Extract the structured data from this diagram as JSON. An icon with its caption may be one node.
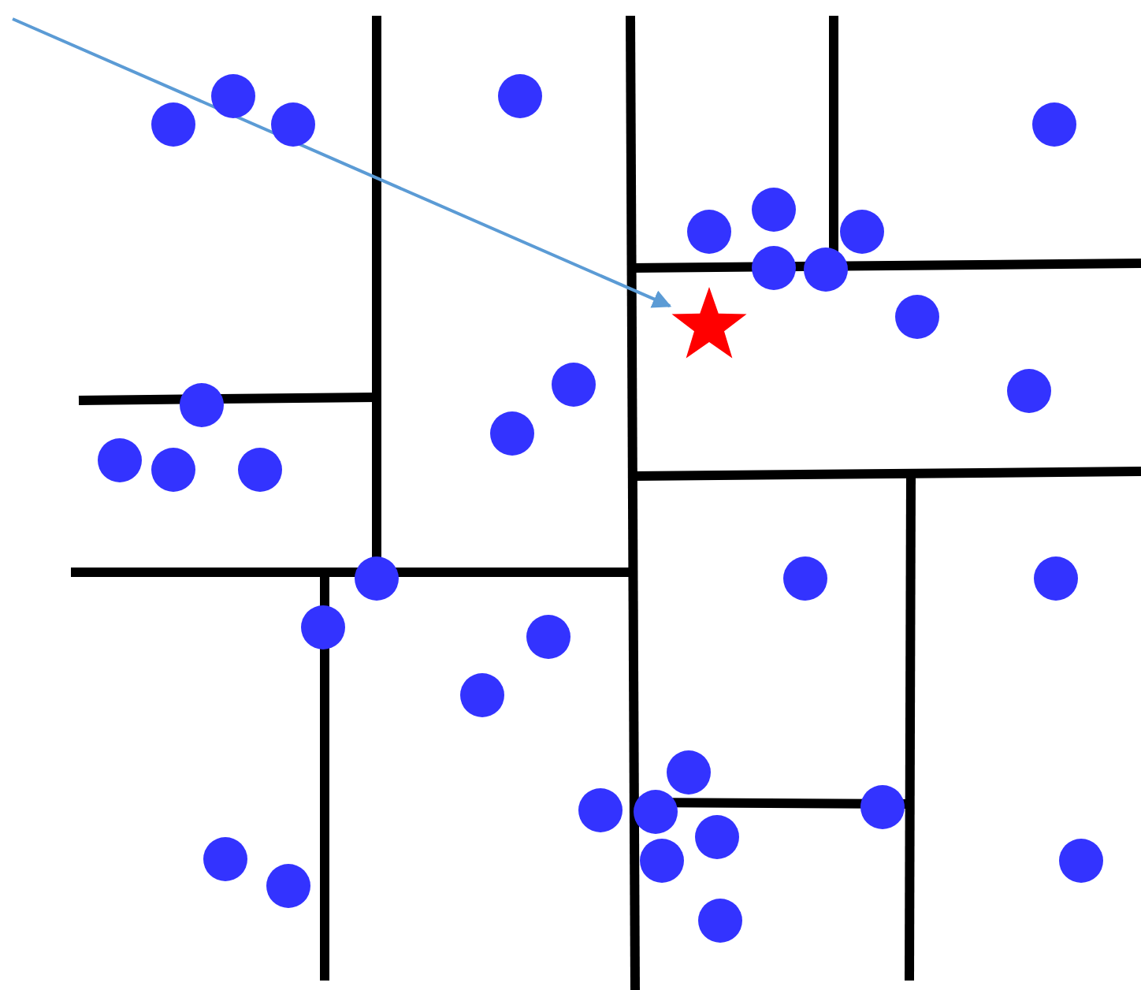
{
  "diagram": {
    "nodes": [
      {
        "text": [],
        "shape": "circle"
      },
      {
        "text": [],
        "shape": "circle"
      },
      {
        "text": [],
        "shape": "circle"
      },
      {
        "text": [],
        "shape": "circle"
      },
      {
        "text": [],
        "shape": "circle"
      },
      {
        "text": [],
        "shape": "circle"
      },
      {
        "text": [],
        "shape": "circle"
      },
      {
        "text": [],
        "shape": "circle"
      },
      {
        "text": [],
        "shape": "circle"
      },
      {
        "text": [],
        "shape": "circle"
      },
      {
        "text": [],
        "shape": "circle"
      },
      {
        "text": [],
        "shape": "star"
      },
      {
        "text": [],
        "shape": "circle"
      },
      {
        "text": [],
        "shape": "circle"
      },
      {
        "text": [],
        "shape": "circle"
      },
      {
        "text": [],
        "shape": "circle"
      },
      {
        "text": [],
        "shape": "circle"
      },
      {
        "text": [],
        "shape": "circle"
      },
      {
        "text": [],
        "shape": "circle"
      },
      {
        "text": [],
        "shape": "circle"
      },
      {
        "text": [],
        "shape": "circle"
      },
      {
        "text": [],
        "shape": "circle"
      },
      {
        "text": [],
        "shape": "circle"
      },
      {
        "text": [],
        "shape": "circle"
      },
      {
        "text": [],
        "shape": "circle"
      },
      {
        "text": [],
        "shape": "circle"
      },
      {
        "text": [],
        "shape": "circle"
      },
      {
        "text": [],
        "shape": "circle"
      },
      {
        "text": [],
        "shape": "circle"
      },
      {
        "text": [],
        "shape": "circle"
      },
      {
        "text": [],
        "shape": "circle"
      },
      {
        "text": [],
        "shape": "circle"
      },
      {
        "text": [],
        "shape": "circle"
      },
      {
        "text": [],
        "shape": "circle"
      },
      {
        "text": [],
        "shape": "circle"
      }
    ],
    "edges": [
      {
        "from": null,
        "to": 11,
        "arrow": "to"
      }
    ]
  }
}
